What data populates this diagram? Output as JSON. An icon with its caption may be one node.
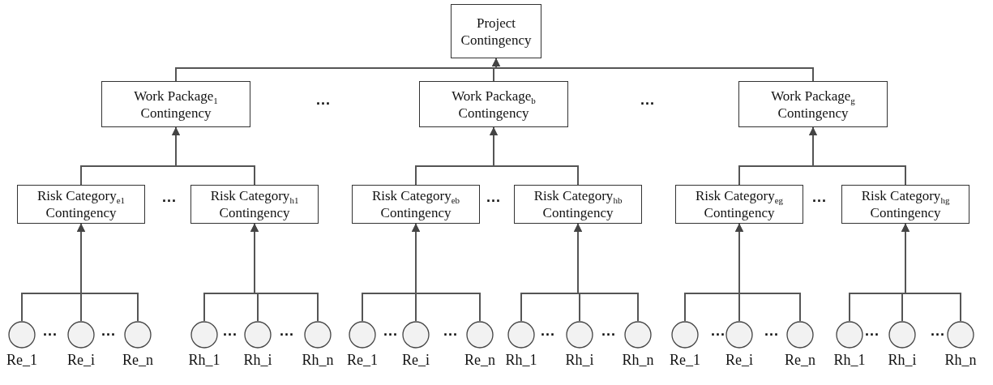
{
  "diagram": {
    "nodes": [
      {
        "text": [
          "Project Contingency"
        ]
      },
      {
        "text": [
          "Work Package$_{1}$ Contingency"
        ]
      },
      {
        "text": [
          "Work Package$_{b}$ Contingency"
        ]
      },
      {
        "text": [
          "Work Package$_{g}$ Contingency"
        ]
      },
      {
        "text": [
          "Risk Category$_{e1}$ Contingency"
        ]
      },
      {
        "text": [
          "Risk Category$_{h1}$ Contingency"
        ]
      },
      {
        "text": [
          "Risk Category$_{eb}$ Contingency"
        ]
      },
      {
        "text": [
          "Risk Category$_{hb}$ Contingency"
        ]
      },
      {
        "text": [
          "Risk Category$_{eg}$ Contingency"
        ]
      },
      {
        "text": [
          "Risk Category$_{hg}$ Contingency"
        ]
      },
      {
        "text": [
          "Re_1"
        ]
      },
      {
        "text": [
          "Re_i"
        ]
      },
      {
        "text": [
          "Re_n"
        ]
      },
      {
        "text": [
          "Rh_1"
        ]
      },
      {
        "text": [
          "Rh_i"
        ]
      },
      {
        "text": [
          "Rh_n"
        ]
      },
      {
        "text": [
          "Re_1"
        ]
      },
      {
        "text": [
          "Re_i"
        ]
      },
      {
        "text": [
          "Re_n"
        ]
      },
      {
        "text": [
          "Rh_1"
        ]
      },
      {
        "text": [
          "Rh_i"
        ]
      },
      {
        "text": [
          "Rh_n"
        ]
      },
      {
        "text": [
          "Re_1"
        ]
      },
      {
        "text": [
          "Re_i"
        ]
      },
      {
        "text": [
          "Re_n"
        ]
      },
      {
        "text": [
          "Rh_1"
        ]
      },
      {
        "text": [
          "Rh_i"
        ]
      },
      {
        "text": [
          "Rh_n"
        ]
      }
    ],
    "edges": [
      {
        "from": 1,
        "to": 0,
        "arrow": "to"
      },
      {
        "from": 2,
        "to": 0,
        "arrow": "to"
      },
      {
        "from": 3,
        "to": 0,
        "arrow": "to"
      },
      {
        "from": 4,
        "to": 1,
        "arrow": "to"
      },
      {
        "from": 5,
        "to": 1,
        "arrow": "to"
      },
      {
        "from": 6,
        "to": 2,
        "arrow": "to"
      },
      {
        "from": 7,
        "to": 2,
        "arrow": "to"
      },
      {
        "from": 8,
        "to": 3,
        "arrow": "to"
      },
      {
        "from": 9,
        "to": 3,
        "arrow": "to"
      },
      {
        "from": 10,
        "to": 4,
        "arrow": "to"
      },
      {
        "from": 11,
        "to": 4,
        "arrow": "to"
      },
      {
        "from": 12,
        "to": 4,
        "arrow": "to"
      },
      {
        "from": 13,
        "to": 5,
        "arrow": "to"
      },
      {
        "from": 14,
        "to": 5,
        "arrow": "to"
      },
      {
        "from": 15,
        "to": 5,
        "arrow": "to"
      },
      {
        "from": 16,
        "to": 6,
        "arrow": "to"
      },
      {
        "from": 17,
        "to": 6,
        "arrow": "to"
      },
      {
        "from": 18,
        "to": 6,
        "arrow": "to"
      },
      {
        "from": 19,
        "to": 7,
        "arrow": "to"
      },
      {
        "from": 20,
        "to": 7,
        "arrow": "to"
      },
      {
        "from": 21,
        "to": 7,
        "arrow": "to"
      },
      {
        "from": 22,
        "to": 8,
        "arrow": "to"
      },
      {
        "from": 23,
        "to": 8,
        "arrow": "to"
      },
      {
        "from": 24,
        "to": 8,
        "arrow": "to"
      },
      {
        "from": 25,
        "to": 9,
        "arrow": "to"
      },
      {
        "from": 26,
        "to": 9,
        "arrow": "to"
      },
      {
        "from": 27,
        "to": 9,
        "arrow": "to"
      }
    ],
    "labels": [
      "...",
      "...",
      "...",
      "...",
      "...",
      "...",
      "...",
      "...",
      "...",
      "...",
      "...",
      "...",
      "...",
      "...",
      "...",
      "...",
      "..."
    ]
  }
}
